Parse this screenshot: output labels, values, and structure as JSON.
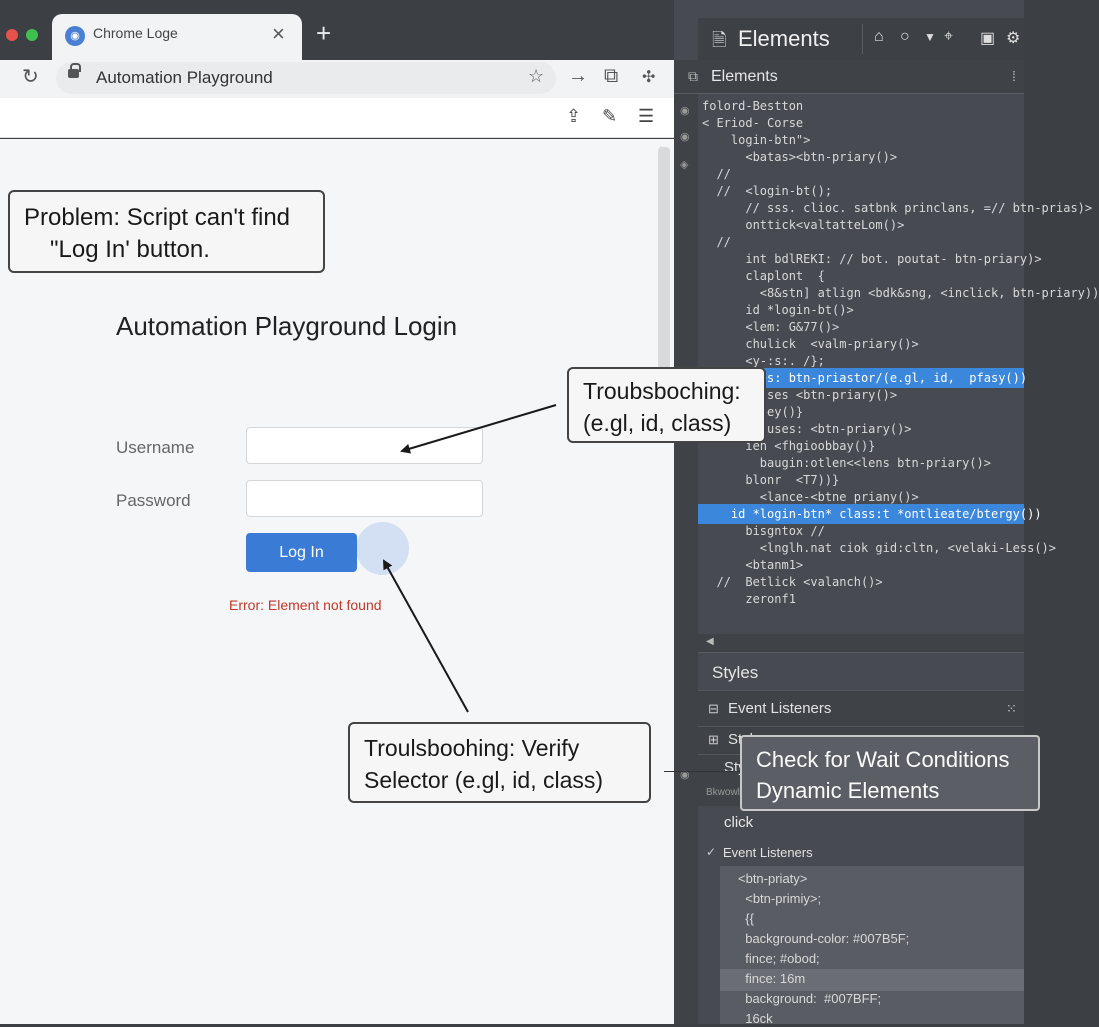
{
  "browser": {
    "tab_title": "Chrome Loge",
    "tab_favicon": "globe-icon",
    "new_tab": "+",
    "url": "Automation Playground"
  },
  "page": {
    "login_title": "Automation Playground Login",
    "username_label": "Username",
    "password_label": "Password",
    "login_button": "Log In",
    "error_text": "Error: Element not found"
  },
  "callouts": {
    "problem_line1": "Problem: Script can't find",
    "problem_line2": "\"Log In' button.",
    "troubleshoot1_line1": "Troubsboching:",
    "troubleshoot1_line2": "(e.gl, id, class)",
    "troubleshoot2_line1": "Troulsboohing: Verify",
    "troubleshoot2_line2": "Selector (e.gl, id, class)",
    "wait_line1": "Check for Wait Conditions",
    "wait_line2": "Dynamic Elements"
  },
  "devtools": {
    "top_title": "Elements",
    "sub_title": "Elements",
    "code_lines": [
      "folord-Bestton",
      "< Eriod- Corse",
      "    login-btn\">",
      "      <batas><btn-priary()>",
      "  //",
      "  //  <login-bt();",
      "      // sss. clioc. satbnk princlans, =// btn-prias)>",
      "      onttick<valtatteLom()>",
      "  //",
      "      int bdlREKI: // bot. poutat- btn-priary)>",
      "      claplont  {",
      "        <8&stn] atlign <bdk&sng, <inclick, btn-priary))",
      "      id *login-bt()>",
      "      <lem: G&77()>",
      "      chulick  <valm-priary()>",
      "      <y-:s:. /};",
      "    <bases: btn-priastor/(e.gl, id,  pfasy())",
      "      <bases <btn-priary()>",
      "      <ioey()}",
      "      clauses: <btn-priary()>",
      "      ieh <fhgioobbay()}",
      "        baugin:otlen<<lens btn-priary()>",
      "      blonr  <T7))}",
      "        <lance-<btne priany()>",
      "    id *login-btn* class:t *ontlieate/btergy())",
      "      bisgntox //",
      "        <lnglh.nat ciok gid:cltn, <velaki-Less()>",
      "      <btanm1>",
      "  //  Betlick <valanch()>",
      "      zeronf1"
    ],
    "styles_header": "Styles",
    "event_listeners": "Event Listeners",
    "styles_row": "Styles",
    "styles_row_short": "Style",
    "sub_label": "Bkwowlr",
    "click": "click",
    "event_listeners2": "Event Listeners",
    "css_lines": [
      "<btn-priaty>",
      "  <btn-primiy>;",
      "  {{",
      "  background-color: #007B5F;",
      "  fince; #obod;",
      "  fince: 16m",
      "  background:  #007BFF;",
      "  16ck"
    ]
  },
  "colors": {
    "accent": "#3a7bd5",
    "error": "#c0392b",
    "devtools_highlight": "#3b87db",
    "code_green": "#8fd0a6"
  }
}
